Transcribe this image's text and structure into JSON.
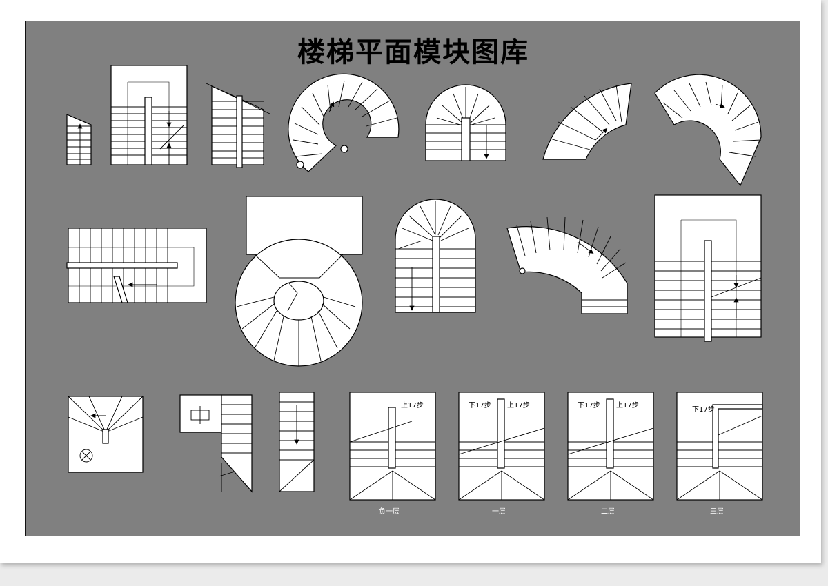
{
  "title": "楼梯平面模块图库",
  "labels": {
    "up17": "上17步",
    "down17": "下17步"
  },
  "floor_captions": [
    "负一层",
    "一层",
    "二层",
    "三层"
  ],
  "colors": {
    "background": "#808080",
    "paper": "#ffffff",
    "line": "#000000"
  }
}
